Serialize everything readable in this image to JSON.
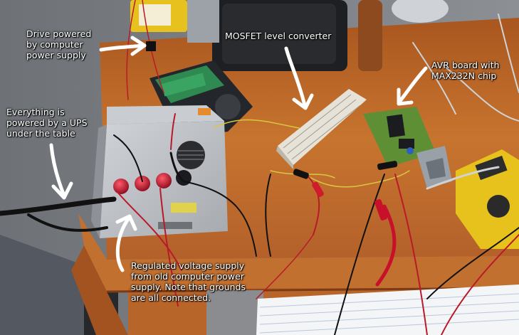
{
  "annotations": {
    "drive": "Drive powered\nby computer\npower supply",
    "mosfet": "MOSFET level converter",
    "avr": "AVR board with\nMAX232N chip",
    "ups": "Everything is\npowered by a UPS\nunder the table",
    "supply": "Regulated voltage supply\nfrom old computer power\nsupply. Note that grounds\nare all connected."
  },
  "colors": {
    "wall": "#7d8186",
    "desk": "#b8652a",
    "desk_edge": "#9a4f1e",
    "psu_case": "#b9bcc2",
    "breadboard": "#e6e2d8",
    "avr_board": "#5e8f35",
    "multimeter": "#e8c21c",
    "binding_post": "#c0102a",
    "annotation_text": "#ffffff"
  },
  "icons": [
    "arrow-icon",
    "hard-drive-icon",
    "binding-post-icon",
    "db9-connector-icon"
  ]
}
